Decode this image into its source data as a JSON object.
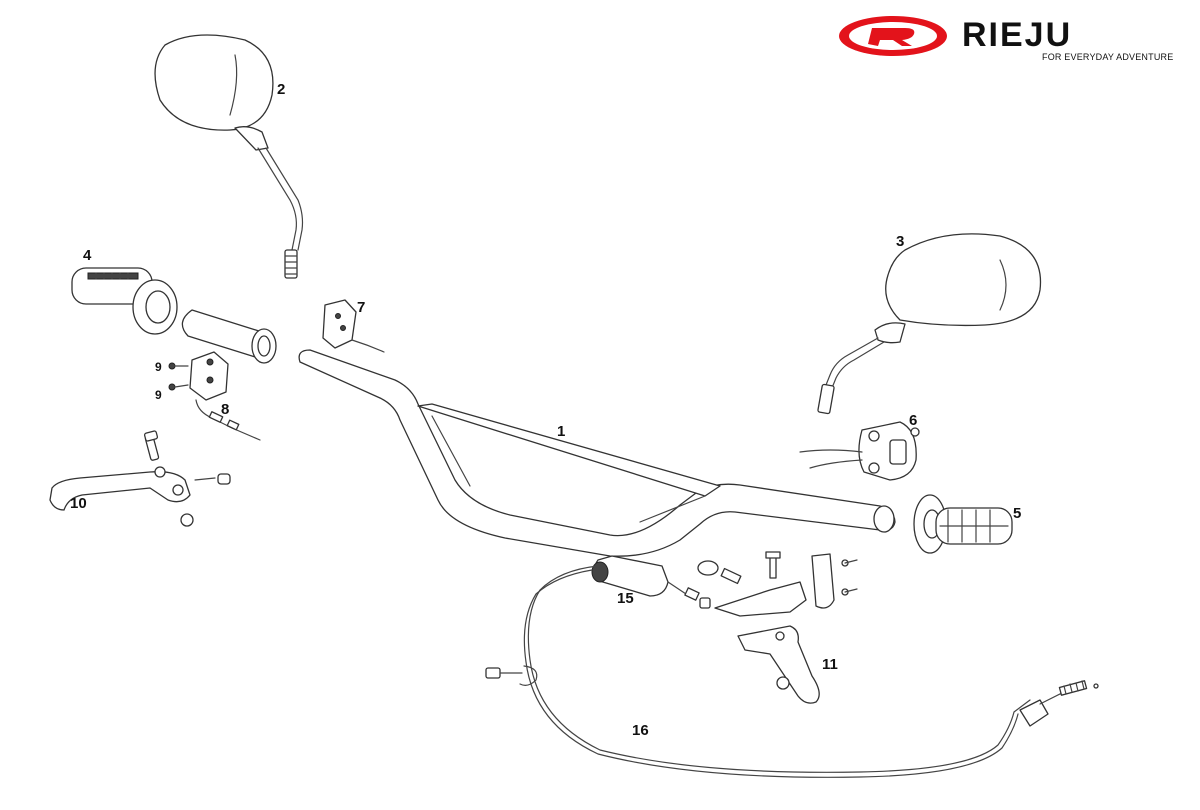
{
  "logo": {
    "brand": "RIEJU",
    "tagline": "FOR EVERYDAY ADVENTURE",
    "mark_color": "#e3131b"
  },
  "labels": {
    "part_1": "1",
    "part_2": "2",
    "part_3": "3",
    "part_4": "4",
    "part_5": "5",
    "part_6": "6",
    "part_7": "7",
    "part_8": "8",
    "part_9a": "9",
    "part_9b": "9",
    "part_10": "10",
    "part_11": "11",
    "part_15": "15",
    "part_16": "16"
  }
}
